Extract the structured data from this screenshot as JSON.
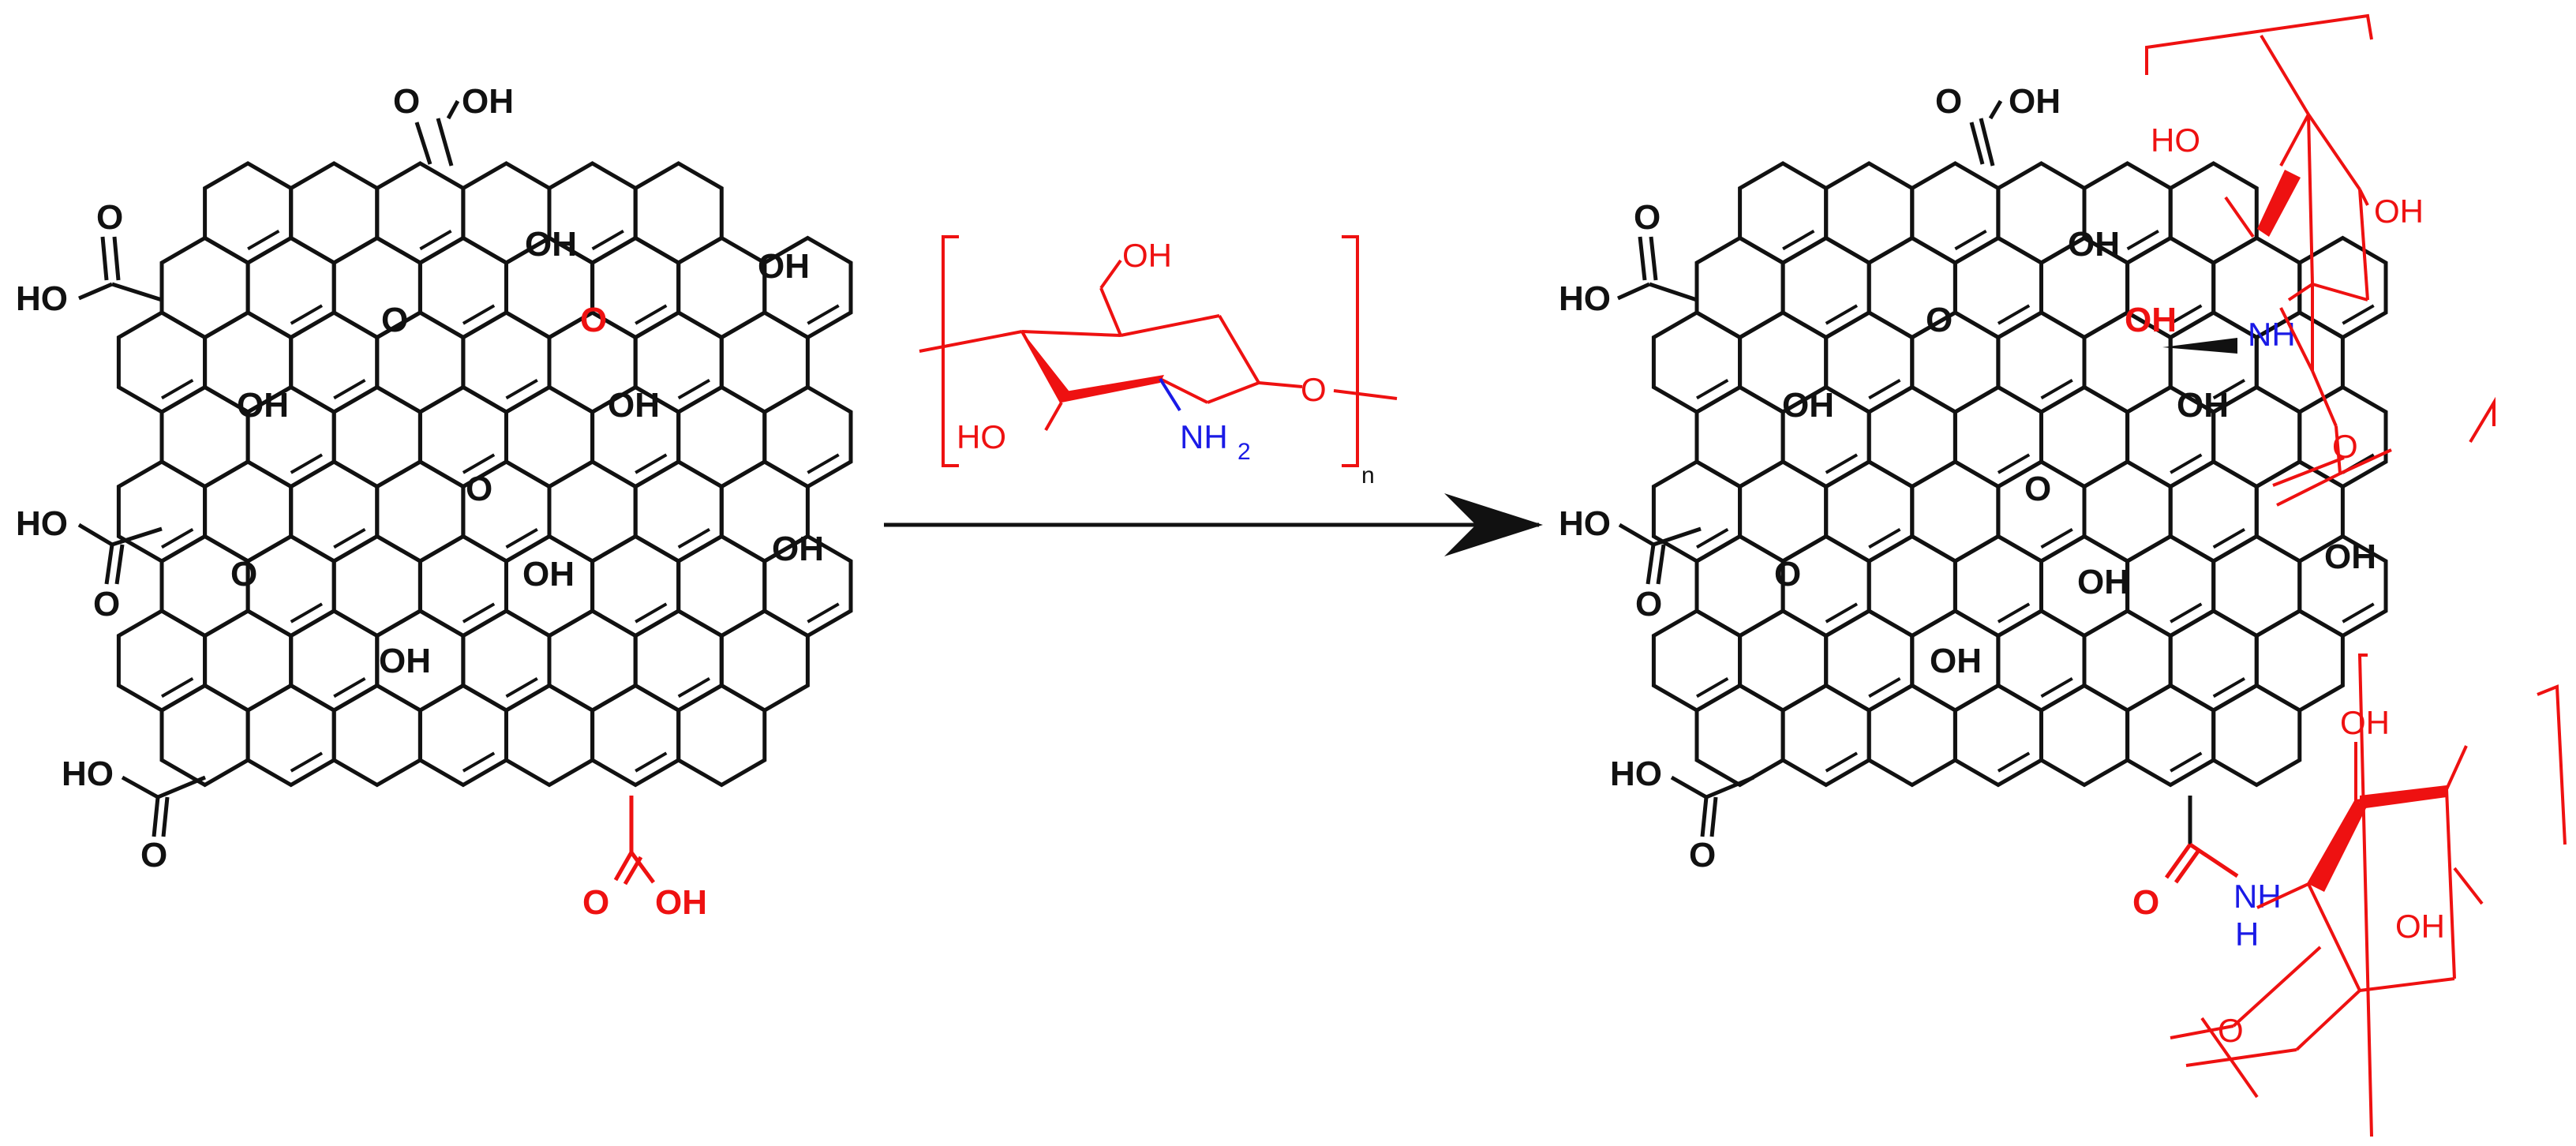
{
  "colors": {
    "graphene": "#111111",
    "modification": "#ee1111",
    "chitosan": "#ee1111",
    "amine": "#1a1ae6",
    "arrow": "#111111"
  },
  "reactant_go": {
    "labels": {
      "cooh_top": "OH",
      "o_top": "O",
      "cooh_left1_o": "O",
      "cooh_left1_ho": "HO",
      "oh_right1": "OH",
      "oh_inner1": "OH",
      "epoxy1": "O",
      "epoxy2": "O",
      "oh_inner2": "OH",
      "oh_inner3": "OH",
      "epoxy3": "O",
      "cooh_left2_ho": "HO",
      "cooh_left2_o": "O",
      "oh_right2": "OH",
      "epoxy4": "O",
      "oh_inner4": "OH",
      "oh_inner5": "OH",
      "cooh_left3_ho": "HO",
      "cooh_left3_o": "O",
      "cooh_red_o": "O",
      "cooh_red_oh": "OH"
    }
  },
  "reagent_chitosan": {
    "oh_top": "OH",
    "ho_left": "HO",
    "nh2": "NH",
    "nh2_sub": "2",
    "ring_o": "O",
    "repeat": "n"
  },
  "product_go_cs": {
    "labels": {
      "cooh_top_o": "O",
      "cooh_top_oh": "OH",
      "cooh_left1_o": "O",
      "cooh_left1_ho": "HO",
      "oh_inner1": "OH",
      "epoxy1": "O",
      "oh_red": "OH",
      "nh_blue": "NH",
      "oh_inner2": "OH",
      "oh_inner3": "OH",
      "cooh_left2_ho": "HO",
      "cooh_left2_o": "O",
      "epoxy2": "O",
      "oh_right": "OH",
      "epoxy3": "O",
      "oh_inner4": "OH",
      "oh_inner5": "OH",
      "cooh_left3_ho": "HO",
      "cooh_left3_o": "O",
      "amide_o": "O",
      "amide_nh": "NH",
      "amide_h": "H"
    },
    "chain_top": {
      "ho": "HO",
      "oh": "OH",
      "nh": "NH",
      "o": "O"
    },
    "chain_bottom": {
      "oh_top": "OH",
      "oh_right": "OH",
      "o": "O"
    }
  }
}
